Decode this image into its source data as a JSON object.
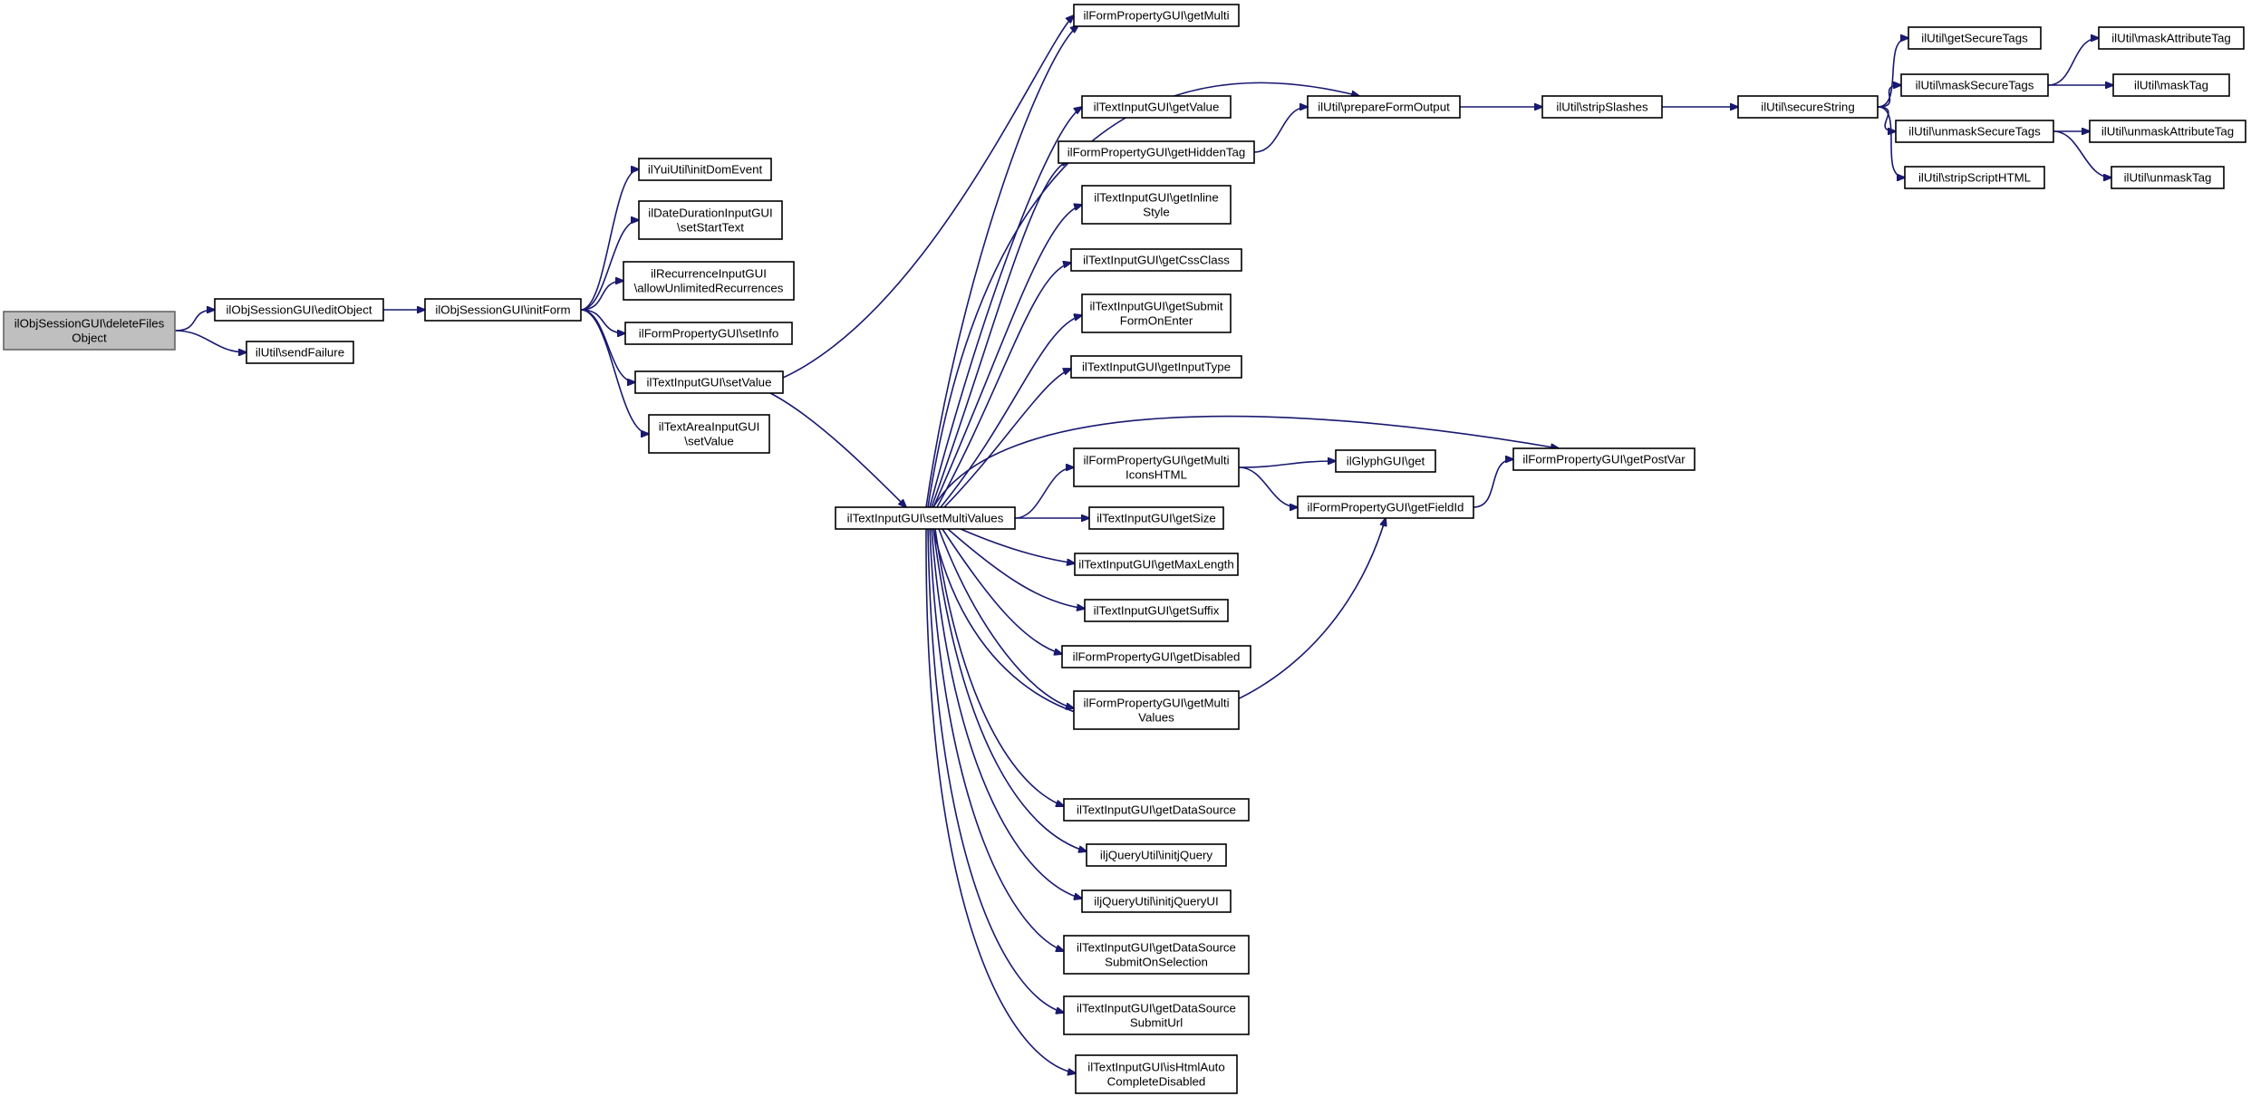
{
  "nodes": [
    {
      "id": "n0",
      "lines": [
        "ilObjSessionGUI\\deleteFiles",
        "Object"
      ],
      "root": true
    },
    {
      "id": "n1",
      "lines": [
        "ilObjSessionGUI\\editObject"
      ]
    },
    {
      "id": "n2",
      "lines": [
        "ilUtil\\sendFailure"
      ]
    },
    {
      "id": "n3",
      "lines": [
        "ilObjSessionGUI\\initForm"
      ]
    },
    {
      "id": "n4",
      "lines": [
        "ilYuiUtil\\initDomEvent"
      ]
    },
    {
      "id": "n5",
      "lines": [
        "ilDateDurationInputGUI",
        "\\setStartText"
      ]
    },
    {
      "id": "n6",
      "lines": [
        "ilRecurrenceInputGUI",
        "\\allowUnlimitedRecurrences"
      ]
    },
    {
      "id": "n7",
      "lines": [
        "ilFormPropertyGUI\\setInfo"
      ]
    },
    {
      "id": "n8",
      "lines": [
        "ilTextInputGUI\\setValue"
      ]
    },
    {
      "id": "n9",
      "lines": [
        "ilTextAreaInputGUI",
        "\\setValue"
      ]
    },
    {
      "id": "n10",
      "lines": [
        "ilFormPropertyGUI\\getMulti"
      ]
    },
    {
      "id": "n11",
      "lines": [
        "ilUtil\\prepareFormOutput"
      ]
    },
    {
      "id": "n12",
      "lines": [
        "ilTextInputGUI\\setMultiValues"
      ]
    },
    {
      "id": "n13",
      "lines": [
        "ilTextInputGUI\\getValue"
      ]
    },
    {
      "id": "n14",
      "lines": [
        "ilFormPropertyGUI\\getHiddenTag"
      ]
    },
    {
      "id": "n15",
      "lines": [
        "ilTextInputGUI\\getInline",
        "Style"
      ]
    },
    {
      "id": "n16",
      "lines": [
        "ilTextInputGUI\\getCssClass"
      ]
    },
    {
      "id": "n17",
      "lines": [
        "ilTextInputGUI\\getSubmit",
        "FormOnEnter"
      ]
    },
    {
      "id": "n18",
      "lines": [
        "ilTextInputGUI\\getInputType"
      ]
    },
    {
      "id": "n19",
      "lines": [
        "ilFormPropertyGUI\\getMulti",
        "IconsHTML"
      ]
    },
    {
      "id": "n20",
      "lines": [
        "ilTextInputGUI\\getSize"
      ]
    },
    {
      "id": "n21",
      "lines": [
        "ilTextInputGUI\\getMaxLength"
      ]
    },
    {
      "id": "n22",
      "lines": [
        "ilTextInputGUI\\getSuffix"
      ]
    },
    {
      "id": "n23",
      "lines": [
        "ilFormPropertyGUI\\getDisabled"
      ]
    },
    {
      "id": "n24",
      "lines": [
        "ilFormPropertyGUI\\getMulti",
        "Values"
      ]
    },
    {
      "id": "n25",
      "lines": [
        "ilTextInputGUI\\getDataSource"
      ]
    },
    {
      "id": "n26",
      "lines": [
        "iljQueryUtil\\initjQuery"
      ]
    },
    {
      "id": "n27",
      "lines": [
        "iljQueryUtil\\initjQueryUI"
      ]
    },
    {
      "id": "n28",
      "lines": [
        "ilTextInputGUI\\getDataSource",
        "SubmitOnSelection"
      ]
    },
    {
      "id": "n29",
      "lines": [
        "ilTextInputGUI\\getDataSource",
        "SubmitUrl"
      ]
    },
    {
      "id": "n30",
      "lines": [
        "ilTextInputGUI\\isHtmlAuto",
        "CompleteDisabled"
      ]
    },
    {
      "id": "n31",
      "lines": [
        "ilUtil\\stripSlashes"
      ]
    },
    {
      "id": "n32",
      "lines": [
        "ilUtil\\secureString"
      ]
    },
    {
      "id": "n33",
      "lines": [
        "ilGlyphGUI\\get"
      ]
    },
    {
      "id": "n34",
      "lines": [
        "ilFormPropertyGUI\\getFieldId"
      ]
    },
    {
      "id": "n35",
      "lines": [
        "ilFormPropertyGUI\\getPostVar"
      ]
    },
    {
      "id": "n36",
      "lines": [
        "ilUtil\\getSecureTags"
      ]
    },
    {
      "id": "n37",
      "lines": [
        "ilUtil\\maskSecureTags"
      ]
    },
    {
      "id": "n38",
      "lines": [
        "ilUtil\\unmaskSecureTags"
      ]
    },
    {
      "id": "n39",
      "lines": [
        "ilUtil\\stripScriptHTML"
      ]
    },
    {
      "id": "n40",
      "lines": [
        "ilUtil\\maskAttributeTag"
      ]
    },
    {
      "id": "n41",
      "lines": [
        "ilUtil\\maskTag"
      ]
    },
    {
      "id": "n42",
      "lines": [
        "ilUtil\\unmaskAttributeTag"
      ]
    },
    {
      "id": "n43",
      "lines": [
        "ilUtil\\unmaskTag"
      ]
    }
  ],
  "edges": [
    [
      "n0",
      "n1"
    ],
    [
      "n0",
      "n2"
    ],
    [
      "n1",
      "n3"
    ],
    [
      "n3",
      "n4"
    ],
    [
      "n3",
      "n5"
    ],
    [
      "n3",
      "n6"
    ],
    [
      "n3",
      "n7"
    ],
    [
      "n3",
      "n8"
    ],
    [
      "n3",
      "n9"
    ],
    [
      "n8",
      "n10"
    ],
    [
      "n8",
      "n12"
    ],
    [
      "n12",
      "n10"
    ],
    [
      "n12",
      "n11"
    ],
    [
      "n12",
      "n13"
    ],
    [
      "n12",
      "n14"
    ],
    [
      "n12",
      "n15"
    ],
    [
      "n12",
      "n16"
    ],
    [
      "n12",
      "n17"
    ],
    [
      "n12",
      "n18"
    ],
    [
      "n12",
      "n19"
    ],
    [
      "n12",
      "n20"
    ],
    [
      "n12",
      "n21"
    ],
    [
      "n12",
      "n22"
    ],
    [
      "n12",
      "n23"
    ],
    [
      "n12",
      "n24"
    ],
    [
      "n12",
      "n25"
    ],
    [
      "n12",
      "n26"
    ],
    [
      "n12",
      "n27"
    ],
    [
      "n12",
      "n28"
    ],
    [
      "n12",
      "n29"
    ],
    [
      "n12",
      "n30"
    ],
    [
      "n12",
      "n35"
    ],
    [
      "n12",
      "n34"
    ],
    [
      "n14",
      "n11"
    ],
    [
      "n11",
      "n31"
    ],
    [
      "n31",
      "n32"
    ],
    [
      "n32",
      "n36"
    ],
    [
      "n32",
      "n37"
    ],
    [
      "n32",
      "n38"
    ],
    [
      "n32",
      "n39"
    ],
    [
      "n37",
      "n40"
    ],
    [
      "n37",
      "n41"
    ],
    [
      "n38",
      "n42"
    ],
    [
      "n38",
      "n43"
    ],
    [
      "n19",
      "n33"
    ],
    [
      "n19",
      "n34"
    ],
    [
      "n34",
      "n35"
    ]
  ]
}
